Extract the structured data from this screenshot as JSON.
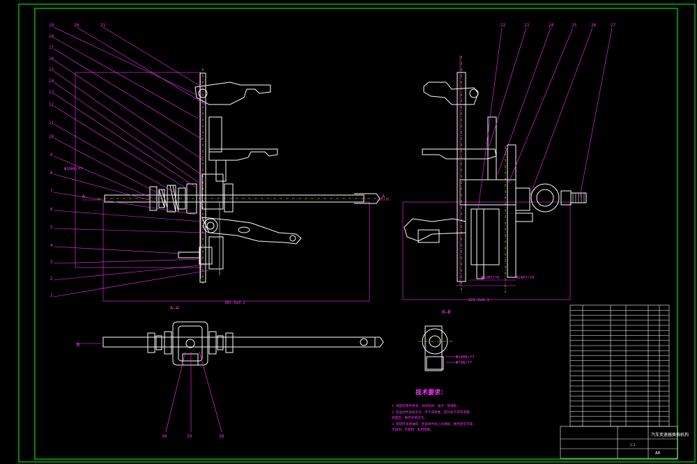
{
  "balloons_left": [
    "19",
    "20",
    "21",
    "18",
    "17",
    "16",
    "15",
    "14",
    "13",
    "12",
    "11",
    "10",
    "9",
    "8",
    "7",
    "6",
    "5",
    "4",
    "3",
    "2",
    "1"
  ],
  "balloons_right": [
    "22",
    "23",
    "24",
    "25",
    "26",
    "27"
  ],
  "balloons_bottom": [
    "30",
    "29",
    "28"
  ],
  "section_labels": {
    "aa": "A—A",
    "bb": "B—B",
    "arrow_a_left": "A",
    "arrow_a_right": "A",
    "arrow_b": "B"
  },
  "dimensions": {
    "left_vertical": "Φ30H8/f7",
    "front_width": "385.0±0.2",
    "side_width": "221.5±0.1",
    "side_h1": "Φ12H7/f6",
    "side_h2": "Φ14H7/f6",
    "bb_1": "Φ16H8/f7",
    "bb_2": "Φ7H8/f7"
  },
  "tech_requirements": {
    "title": "技术要求：",
    "lines": [
      "1. 装配前零件清洗，去除毛刺、油污、锈蚀等。",
      "2. 各运动件运动灵活，无卡滞现象，密封处不得有渗漏，",
      "   装配后，换挡手柄灵活。",
      "3. 装配时润滑油脂，各运动件加上润滑脂，换挡定位可靠，",
      "   无异响，无跳挡、乱挡现象。"
    ]
  },
  "title_block": {
    "drawing_name": "汽车变速器换挡机构",
    "scale": "1:1",
    "sheet": "A0",
    "rows": 24
  },
  "colors": {
    "frame": "#00c000",
    "annotation": "#ff33ff",
    "geometry": "#ffffff",
    "centerline": "#ffff33",
    "background": "#000000"
  }
}
